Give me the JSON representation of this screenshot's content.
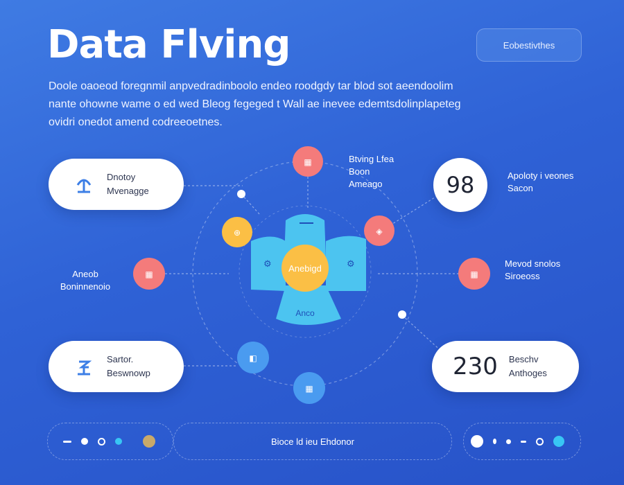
{
  "header": {
    "title": "Data Flving",
    "button_label": "Eobestivthes",
    "description": [
      "Doole oaoeod foregnmil anpvedradinboolo endeo roodgdy tar blod sot aeendoolim",
      "nante ohowne wame o ed wed Bleog fegeged t Wall ae inevee edemtsdolinplapeteg",
      "ovidri onedot amend codreeoetnes."
    ]
  },
  "center": {
    "label": "Anebigd",
    "bottom_label": "Anco"
  },
  "cards": {
    "top_left": {
      "line1": "Dnotoy",
      "line2": "Mvenagge"
    },
    "bottom_left": {
      "line1": "Sartor.",
      "line2": "Beswnowp"
    },
    "top_right": {
      "value": "98"
    },
    "bottom_right": {
      "value": "230",
      "line1": "Beschv",
      "line2": "Anthoges"
    }
  },
  "labels": {
    "top": {
      "line1": "Btving Lfea",
      "line2": "Boon",
      "line3": "Ameago"
    },
    "top_right": {
      "line1": "Apoloty i veones",
      "line2": "Sacon"
    },
    "left": {
      "line1": "Aneob",
      "line2": "Boninnenoio"
    },
    "right": {
      "line1": "Mevod snolos",
      "line2": "Siroeoss"
    }
  },
  "footer": {
    "center_text": "Bioce ld ieu Ehdonor"
  },
  "colors": {
    "background_top": "#3f7be3",
    "background_bottom": "#2752c8",
    "center_orange": "#fbbf45",
    "cross_cyan": "#4cc4f0",
    "node_red": "#f47b7b",
    "node_yellow": "#fbbf45",
    "node_blue": "#4a9bf0",
    "icon_blue": "#3d7fe6"
  }
}
